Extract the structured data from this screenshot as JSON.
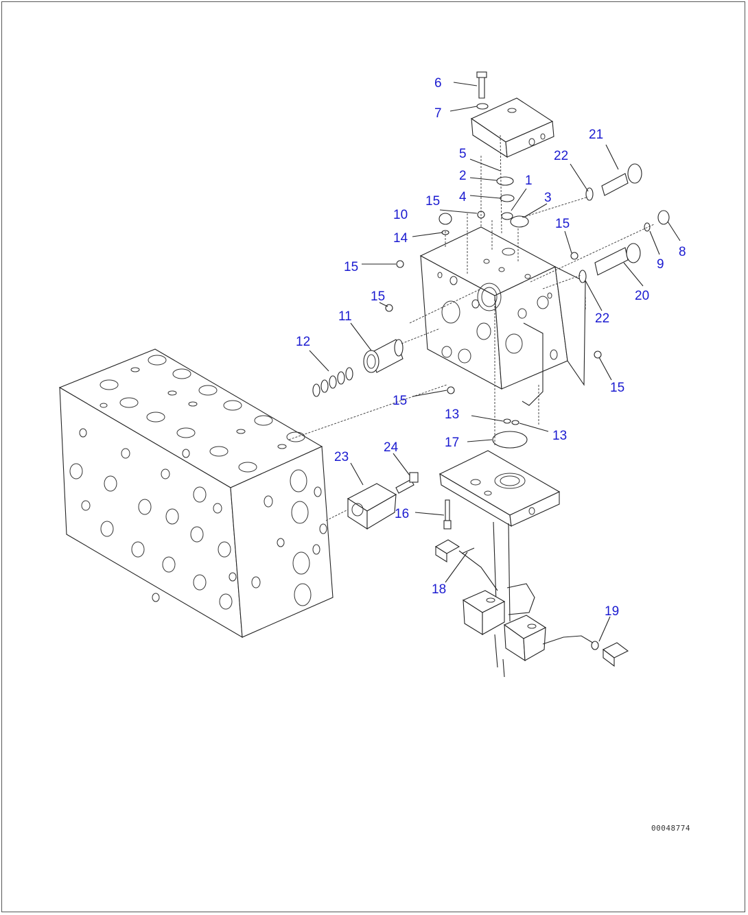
{
  "diagram": {
    "callouts": [
      {
        "id": "c6",
        "text": "6"
      },
      {
        "id": "c7",
        "text": "7"
      },
      {
        "id": "c21",
        "text": "21"
      },
      {
        "id": "c5",
        "text": "5"
      },
      {
        "id": "c22a",
        "text": "22"
      },
      {
        "id": "c2",
        "text": "2"
      },
      {
        "id": "c1",
        "text": "1"
      },
      {
        "id": "c4",
        "text": "4"
      },
      {
        "id": "c3",
        "text": "3"
      },
      {
        "id": "c15a",
        "text": "15"
      },
      {
        "id": "c10",
        "text": "10"
      },
      {
        "id": "c14",
        "text": "14"
      },
      {
        "id": "c15b",
        "text": "15"
      },
      {
        "id": "c8",
        "text": "8"
      },
      {
        "id": "c9",
        "text": "9"
      },
      {
        "id": "c15c",
        "text": "15"
      },
      {
        "id": "c20",
        "text": "20"
      },
      {
        "id": "c15d",
        "text": "15"
      },
      {
        "id": "c11",
        "text": "11"
      },
      {
        "id": "c22b",
        "text": "22"
      },
      {
        "id": "c12",
        "text": "12"
      },
      {
        "id": "c15e",
        "text": "15"
      },
      {
        "id": "c15f",
        "text": "15"
      },
      {
        "id": "c13a",
        "text": "13"
      },
      {
        "id": "c13b",
        "text": "13"
      },
      {
        "id": "c17",
        "text": "17"
      },
      {
        "id": "c23",
        "text": "23"
      },
      {
        "id": "c24",
        "text": "24"
      },
      {
        "id": "c16",
        "text": "16"
      },
      {
        "id": "c18",
        "text": "18"
      },
      {
        "id": "c19",
        "text": "19"
      }
    ],
    "drawing_code": "00048774",
    "colors": {
      "callout": "#1a1ad0",
      "line": "#222222",
      "frame": "#555555"
    }
  }
}
